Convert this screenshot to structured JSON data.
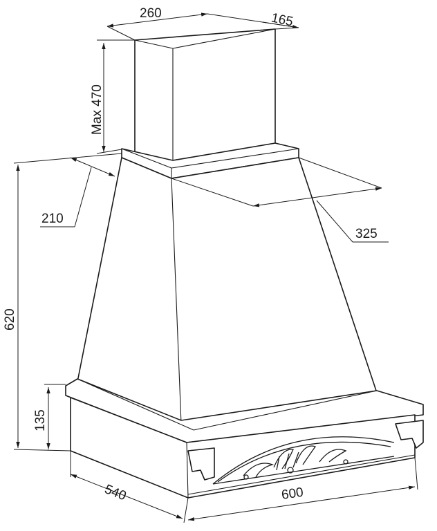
{
  "drawing": {
    "dimensions": {
      "top_width": "260",
      "top_depth": "165",
      "chimney_height": "Max 470",
      "collar_depth": "210",
      "collar_width": "325",
      "total_height": "620",
      "base_height": "135",
      "base_depth": "540",
      "base_width": "600"
    }
  }
}
